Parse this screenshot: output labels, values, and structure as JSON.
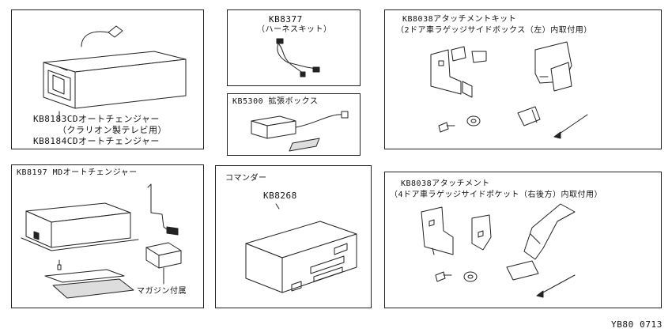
{
  "panels": {
    "kb8183": {
      "line1": "KB8183CDオートチェンジャー",
      "line2": "（クラリオン製テレビ用）",
      "line3": "KB8184CDオートチェンジャー"
    },
    "kb8377": {
      "code": "KB8377",
      "name": "（ハーネスキット）"
    },
    "kb5300": {
      "label": "KB5300  拡張ボックス"
    },
    "kb8038_kit": {
      "line1": "KB8038アタッチメントキット",
      "line2": "（2ドア車ラゲッジサイドボックス（左）内取付用）"
    },
    "kb8197": {
      "label": "KB8197 MDオートチェンジャー",
      "sub": "マガジン付属"
    },
    "commander": {
      "title": "コマンダー",
      "code": "KB8268"
    },
    "kb8038_att": {
      "line1": "KB8038アタッチメント",
      "line2": "（4ドア車ラゲッジサイドポケット（右後方）内取付用）"
    }
  },
  "figure_code": "YB80 0713"
}
